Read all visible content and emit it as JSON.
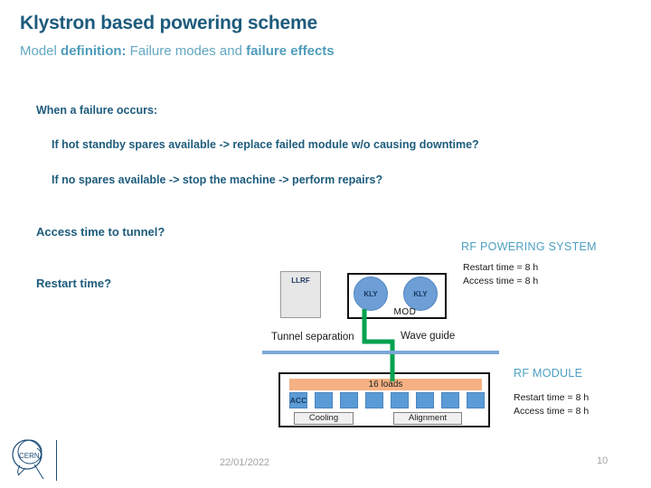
{
  "title": "Klystron based powering scheme",
  "subtitle": {
    "part1": "Model ",
    "part2": "definition:",
    "part3": " Failure modes and ",
    "part4": "failure effects"
  },
  "body": {
    "intro": "When a failure occurs:",
    "bullet1": "If hot standby spares available -> replace failed module w/o causing downtime?",
    "bullet2": "If no spares available -> stop the machine -> perform repairs?",
    "question1": "Access time to tunnel?",
    "question2": "Restart time?"
  },
  "diagram": {
    "llrf_label": "LLRF",
    "kly1_label": "KLY",
    "kly2_label": "KLY",
    "mod_label": "MOD",
    "tunnel_separation_label": "Tunnel separation",
    "wave_guide_label": "Wave guide",
    "loads_label": "16 loads",
    "acc_label": "ACC",
    "cooling_label": "Cooling",
    "alignment_label": "Alignment",
    "blue_square_count": 8
  },
  "annotations": {
    "rf_powering_system": {
      "title": "RF POWERING SYSTEM",
      "restart_time": "Restart time = 8 h",
      "access_time": "Access time = 8 h"
    },
    "rf_module": {
      "title": "RF MODULE",
      "restart_time": "Restart time = 8 h",
      "access_time": "Access time = 8 h"
    }
  },
  "footer": {
    "date": "22/01/2022",
    "page_number": "10",
    "logo_text": "CERN"
  },
  "colors": {
    "title_text": "#1d5b7c",
    "subtitle_text": "#62a7c1",
    "body_text": "#1d5b7c",
    "annotation_heading": "#4c9fc0",
    "kly_circle_fill": "#6d9ed6",
    "waveguide_green": "#00a24f",
    "tunnel_line_blue": "#7da7d8",
    "loads_bar_orange": "#f5b183",
    "module_square_blue": "#5b9bd5",
    "footer_gray": "#a3a3a3",
    "logo_blue": "#1f4e79"
  }
}
